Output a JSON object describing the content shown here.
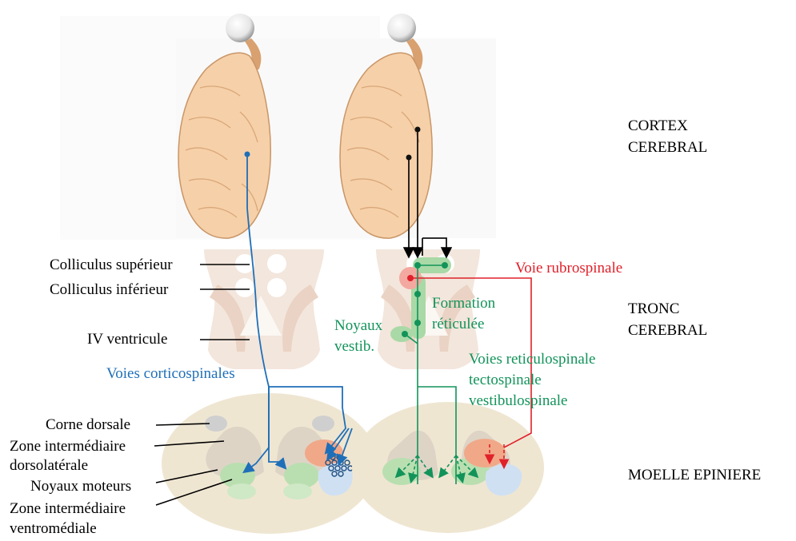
{
  "regions": {
    "cortex": [
      "CORTEX",
      "CEREBRAL"
    ],
    "brainstem": [
      "TRONC",
      "CEREBRAL"
    ],
    "spinal_cord": "MOELLE EPINIERE"
  },
  "left_labels": {
    "colliculus_superieur": "Colliculus supérieur",
    "colliculus_inferieur": "Colliculus inférieur",
    "iv_ventricule": "IV ventricule",
    "corne_dorsale": "Corne dorsale",
    "zone_dorsolaterale": [
      "Zone intermédiaire",
      "dorsolatérale"
    ],
    "noyaux_moteurs": "Noyaux moteurs",
    "zone_ventromediale": [
      "Zone intermédiaire",
      "ventromédiale"
    ]
  },
  "pathways": {
    "corticospinales": "Voies corticospinales",
    "rubrospinale": "Voie rubrospinale",
    "formation_reticulee": [
      "Formation",
      "réticulée"
    ],
    "noyaux_vestib": [
      "Noyaux",
      "vestib."
    ],
    "reticulospinale": [
      "Voies reticulospinale",
      "tectospinale",
      "vestibulospinale"
    ]
  },
  "colors": {
    "corticospinal": "#1f6fb8",
    "rubrospinal": "#e0202a",
    "reticulospinal": "#12935a",
    "brain": "#f6d0a8",
    "spinal_cord": "#efe6d2",
    "brainstem": "#f1e2d6"
  }
}
